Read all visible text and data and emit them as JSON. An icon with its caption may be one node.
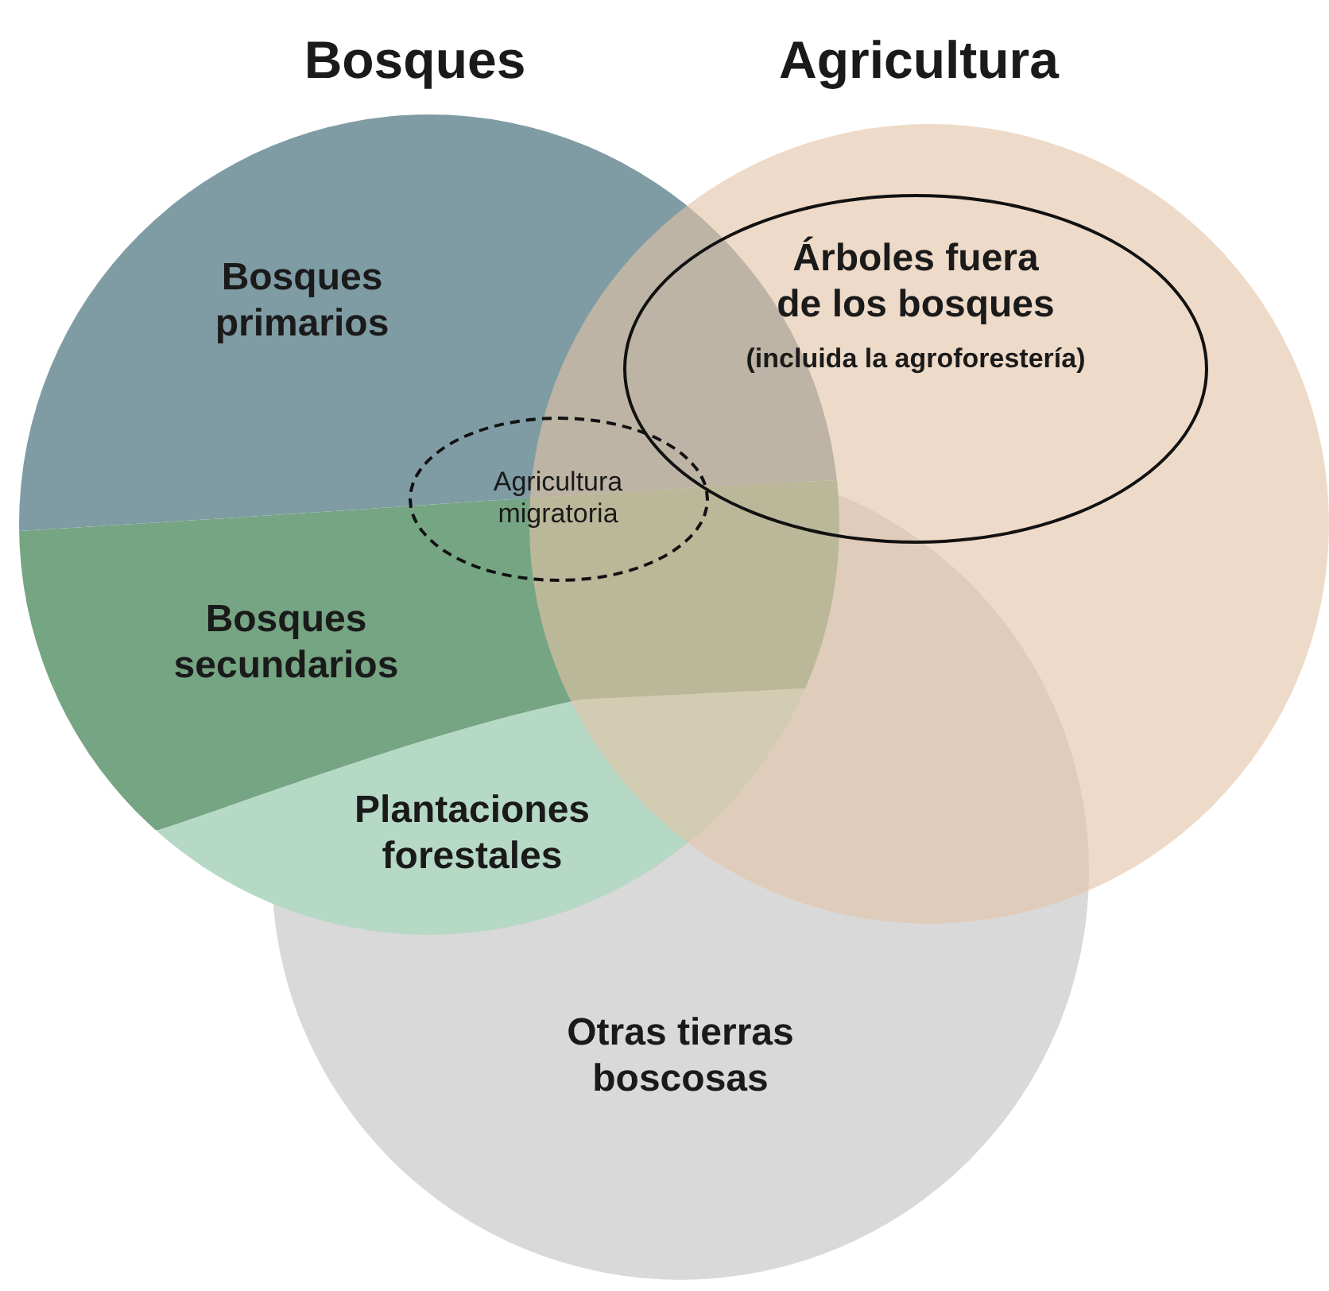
{
  "diagram": {
    "nodes": [
      {
        "text": [
          "Bosques"
        ]
      },
      {
        "text": [
          "Bosques primarios"
        ],
        "in": 0
      },
      {
        "text": [
          "Bosques secundarios"
        ],
        "in": 0
      },
      {
        "text": [
          "Plantaciones forestales"
        ],
        "in": 0
      },
      {
        "text": [
          "Agricultura"
        ]
      },
      {
        "text": [
          "Árboles fuera de los bosques",
          "(incluida la agroforestería)"
        ],
        "in": 4
      },
      {
        "text": [
          "Agricultura migratoria"
        ]
      },
      {
        "text": [
          "Otras tierras boscosas"
        ]
      }
    ]
  }
}
